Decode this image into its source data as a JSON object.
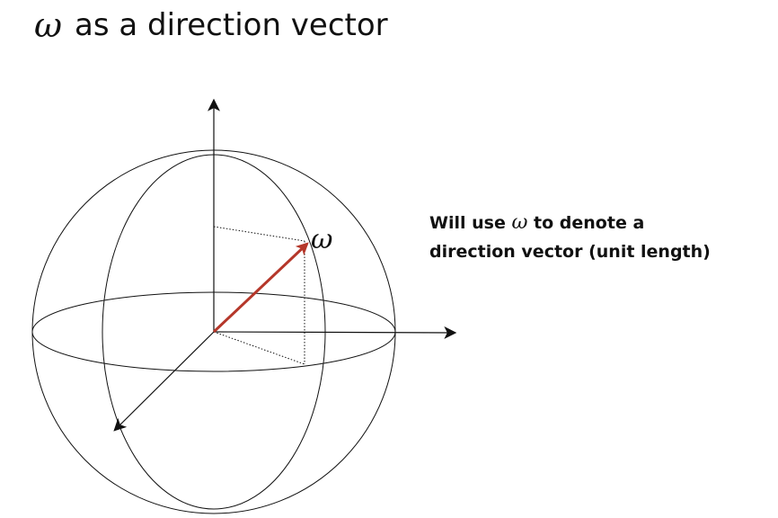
{
  "title": {
    "symbol": "ω",
    "text": "as a direction vector"
  },
  "diagram": {
    "vector_label": "ω"
  },
  "note": {
    "line1_prefix": "Will use",
    "symbol": "ω",
    "line1_suffix": "to denote a",
    "line2": "direction vector (unit length)"
  },
  "colors": {
    "vector": "#b5372a",
    "lines": "#111111"
  }
}
